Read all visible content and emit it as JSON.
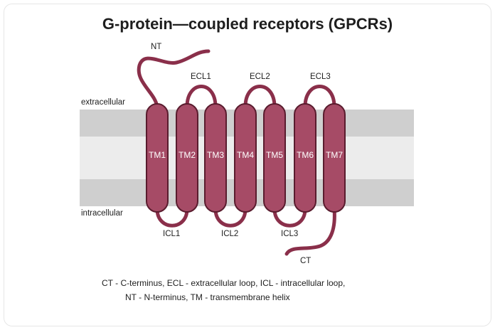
{
  "title": "G-protein—coupled receptors (GPCRs)",
  "labels": {
    "extracellular": "extracellular",
    "intracellular": "intracellular",
    "nt": "NT",
    "ct": "CT",
    "ecl": [
      "ECL1",
      "ECL2",
      "ECL3"
    ],
    "icl": [
      "ICL1",
      "ICL2",
      "ICL3"
    ]
  },
  "helices": [
    "TM1",
    "TM2",
    "TM3",
    "TM4",
    "TM5",
    "TM6",
    "TM7"
  ],
  "legend": {
    "line1": "CT - C-terminus, ECL - extracellular loop, ICL - intracellular loop,",
    "line2": "NT - N-terminus, TM - transmembrane helix"
  },
  "colors": {
    "helix_fill": "#a64b66",
    "helix_stroke": "#5a1c2e",
    "membrane_dark": "#cfcfcf",
    "membrane_light": "#ececec"
  }
}
